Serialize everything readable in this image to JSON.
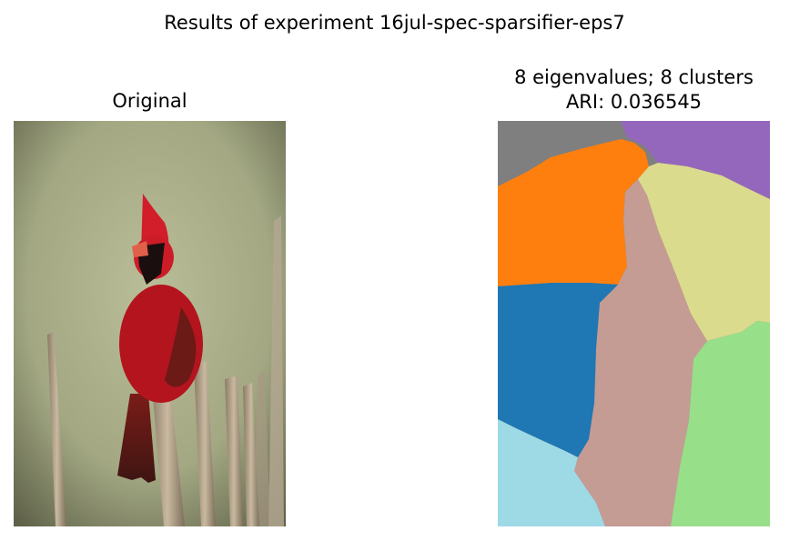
{
  "figure": {
    "suptitle": "Results of experiment 16jul-spec-sparsifier-eps7"
  },
  "panels": {
    "left_title": "Original",
    "right_title_line1": "8 eigenvalues; 8 clusters",
    "right_title_line2": "ARI: 0.036545"
  },
  "chart_data": [
    {
      "type": "image",
      "title": "Original",
      "content": "photo of a red cardinal perched on weathered wooden stakes"
    },
    {
      "type": "heatmap",
      "title": "8 eigenvalues; 8 clusters\nARI: 0.036545",
      "n_eigenvalues": 8,
      "n_clusters": 8,
      "ari": 0.036545,
      "cluster_colors": [
        "#7f7f7f",
        "#9467bd",
        "#ff7f0e",
        "#dbdb8d",
        "#c49c94",
        "#1f77b4",
        "#98df8a",
        "#9edae5"
      ]
    }
  ]
}
